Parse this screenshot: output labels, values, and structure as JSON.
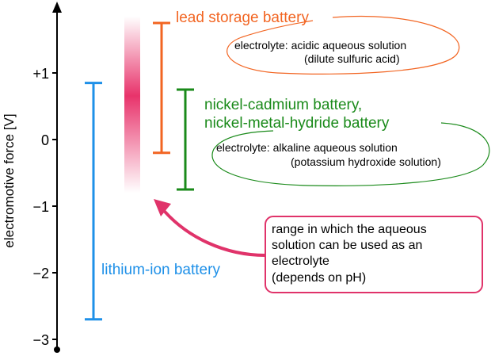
{
  "axis": {
    "label": "electromotive force [V]",
    "ticks": [
      {
        "value": 1,
        "label": "+1"
      },
      {
        "value": 0,
        "label": "0"
      },
      {
        "value": -1,
        "label": "−1"
      },
      {
        "value": -2,
        "label": "−2"
      },
      {
        "value": -3,
        "label": "−3"
      }
    ]
  },
  "aqueous_window": {
    "min": -0.8,
    "max": 1.85,
    "callout": [
      "range in which the aqueous",
      "solution can be used as an",
      "electrolyte",
      "(depends on pH)"
    ]
  },
  "batteries": {
    "lead": {
      "name": "lead storage battery",
      "min": -0.2,
      "max": 1.75,
      "electrolyte": [
        "electrolyte: acidic aqueous solution",
        "(dilute sulfuric acid)"
      ]
    },
    "nickel": {
      "name": [
        "nickel-cadmium battery,",
        "nickel-metal-hydride battery"
      ],
      "min": -0.75,
      "max": 0.75,
      "electrolyte": [
        "electrolyte: alkaline aqueous solution",
        "(potassium hydroxide solution)"
      ]
    },
    "lithium": {
      "name": "lithium-ion battery",
      "min": -2.7,
      "max": 0.85
    }
  },
  "colors": {
    "axis": "#000000",
    "lead": "#f26522",
    "nickel": "#1a8a1a",
    "lithium": "#1e90e8",
    "window": "#e8336b",
    "callout": "#e0336a"
  }
}
